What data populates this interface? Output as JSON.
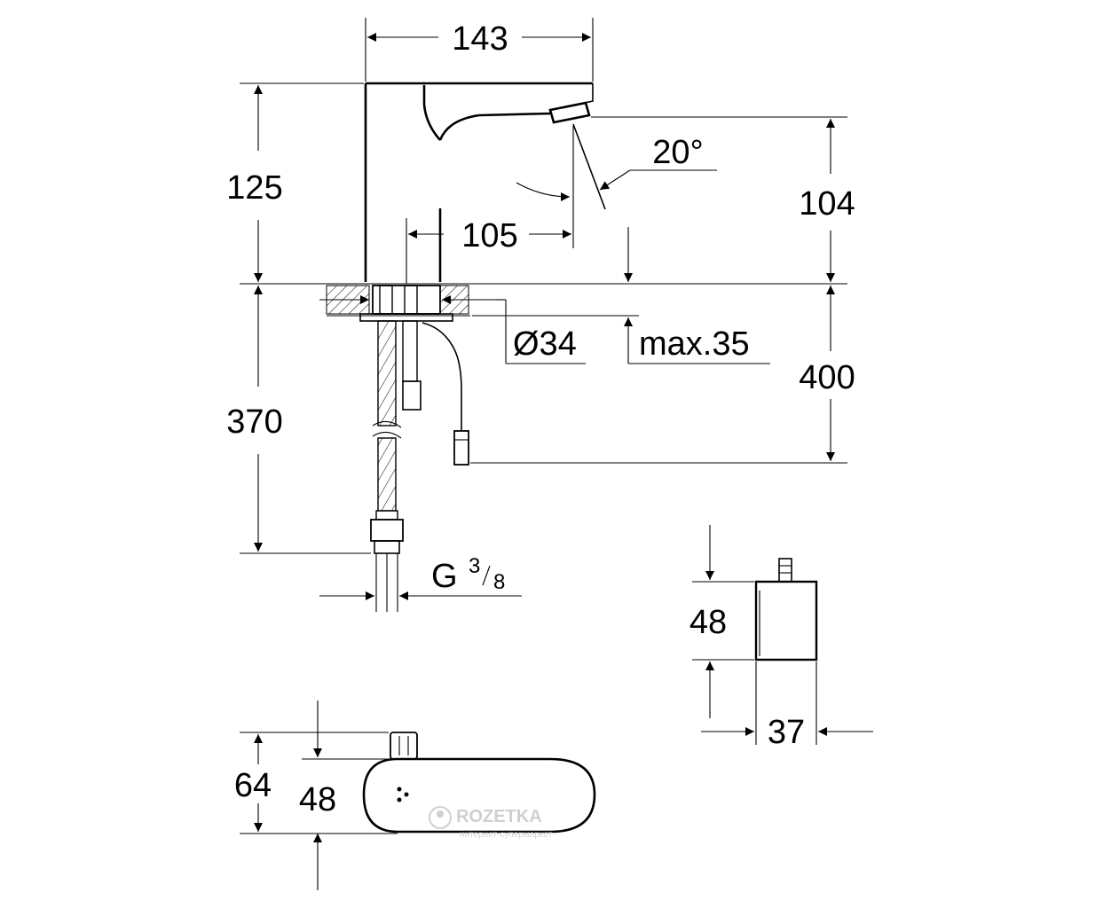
{
  "dimensions": {
    "faucet_width": "143",
    "faucet_height": "125",
    "spout_reach": "105",
    "spray_angle": "20°",
    "spout_height": "104",
    "hole_diameter": "Ø34",
    "deck_thickness": "max.35",
    "cable_length": "400",
    "hose_length": "370",
    "thread_prefix": "G",
    "thread_num": "3",
    "thread_den": "8",
    "box_height": "48",
    "box_depth": "37",
    "top_height": "64",
    "top_width": "48"
  },
  "watermark": {
    "brand": "ROZETKA",
    "tagline": "интернет-супермаркет"
  }
}
